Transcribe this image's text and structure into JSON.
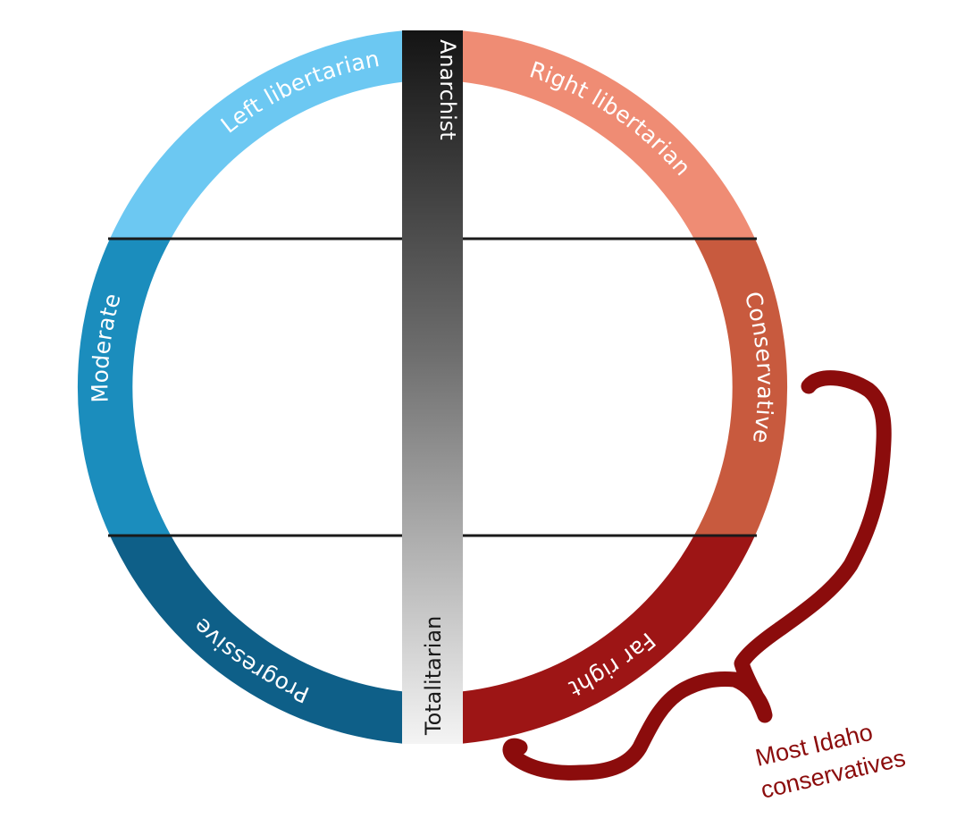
{
  "segments": {
    "left_libertarian": "Left libertarian",
    "moderate": "Moderate",
    "progressive": "Progressive",
    "right_libertarian": "Right libertarian",
    "conservative": "Conservative",
    "far_right": "Far right"
  },
  "axis": {
    "top": "Anarchist",
    "bottom": "Totalitarian"
  },
  "annotation": {
    "line1": "Most Idaho",
    "line2": "conservatives"
  },
  "colors": {
    "left_libertarian": "#6cc8f2",
    "moderate": "#1b8dbd",
    "progressive": "#0e5f88",
    "right_libertarian": "#ef8c74",
    "conservative": "#c85a3e",
    "far_right": "#9d1515",
    "annotation": "#8b0c0c"
  }
}
